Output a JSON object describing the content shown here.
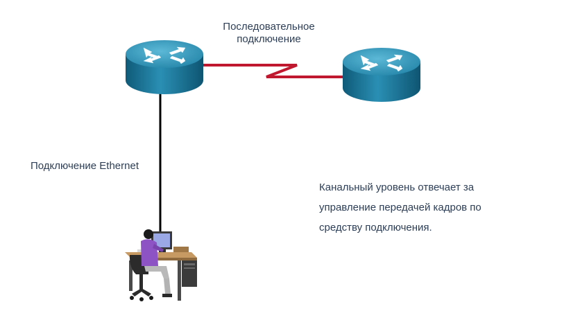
{
  "diagram": {
    "serial_label_line1": "Последовательное",
    "serial_label_line2": "подключение",
    "ethernet_label": "Подключение Ethernet",
    "description": "Канальный уровень отвечает за управление передачей кадров по средству подключения."
  },
  "colors": {
    "serial_link": "#c0182f",
    "ethernet_link": "#000000",
    "router_body": "#1d7b9c",
    "router_top": "#3fa0c2",
    "text": "#2c3e57"
  },
  "icons": {
    "router_left": "router-icon",
    "router_right": "router-icon",
    "workstation": "user-workstation-icon"
  }
}
